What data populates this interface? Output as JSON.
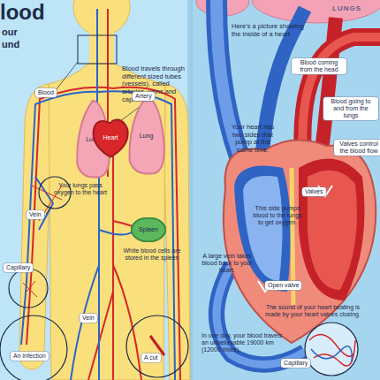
{
  "diagram": {
    "title": "lood",
    "nodes": [
      {
        "text": [
          "Lung"
        ]
      },
      {
        "text": [
          "Lung"
        ]
      },
      {
        "text": [
          "Heart"
        ]
      },
      {
        "text": [
          "Spleen"
        ]
      }
    ],
    "labels": [
      "our",
      "und",
      "Blood travels through different sized tubes (vessels), called arteries, veins and capillaries.",
      "Blood",
      "Artery",
      "Your lungs pass oxygen to the heart",
      "Vein",
      "White blood cells are stored in the spleen",
      "Capillary",
      "Vein",
      "A cut",
      "An infection",
      "LUNGS",
      "Here's a picture showing the inside of a heart.",
      "Blood coming from the head",
      "Blood going to and from the lungs",
      "Your heart has two sides that pump at the same time.",
      "Valves control the blood flow",
      "Valves",
      "This side pumps blood to the lungs to get oxygen.",
      "Open valve",
      "A large vein takes blood back to your heart.",
      "The sound of your heart beating is made by your heart valves closing.",
      "In one day, your blood travels an unbelievable 19000 km (12000 miles).",
      "Capillary"
    ]
  }
}
